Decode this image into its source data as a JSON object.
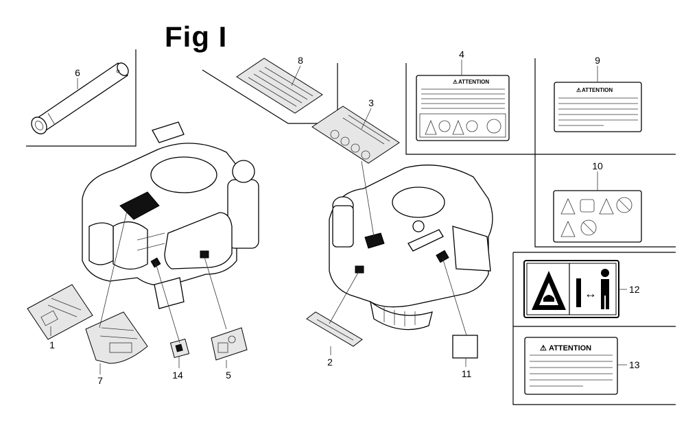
{
  "figure": {
    "title": "Fig I"
  },
  "callouts": [
    "1",
    "2",
    "3",
    "4",
    "5",
    "6",
    "7",
    "8",
    "9",
    "10",
    "11",
    "12",
    "13",
    "14"
  ],
  "decals": {
    "attention_text": "ATTENTION",
    "warning_text": "ATTENTION"
  },
  "colors": {
    "ink": "#000000",
    "paper": "#ffffff",
    "shade": "#e6e6e6"
  }
}
